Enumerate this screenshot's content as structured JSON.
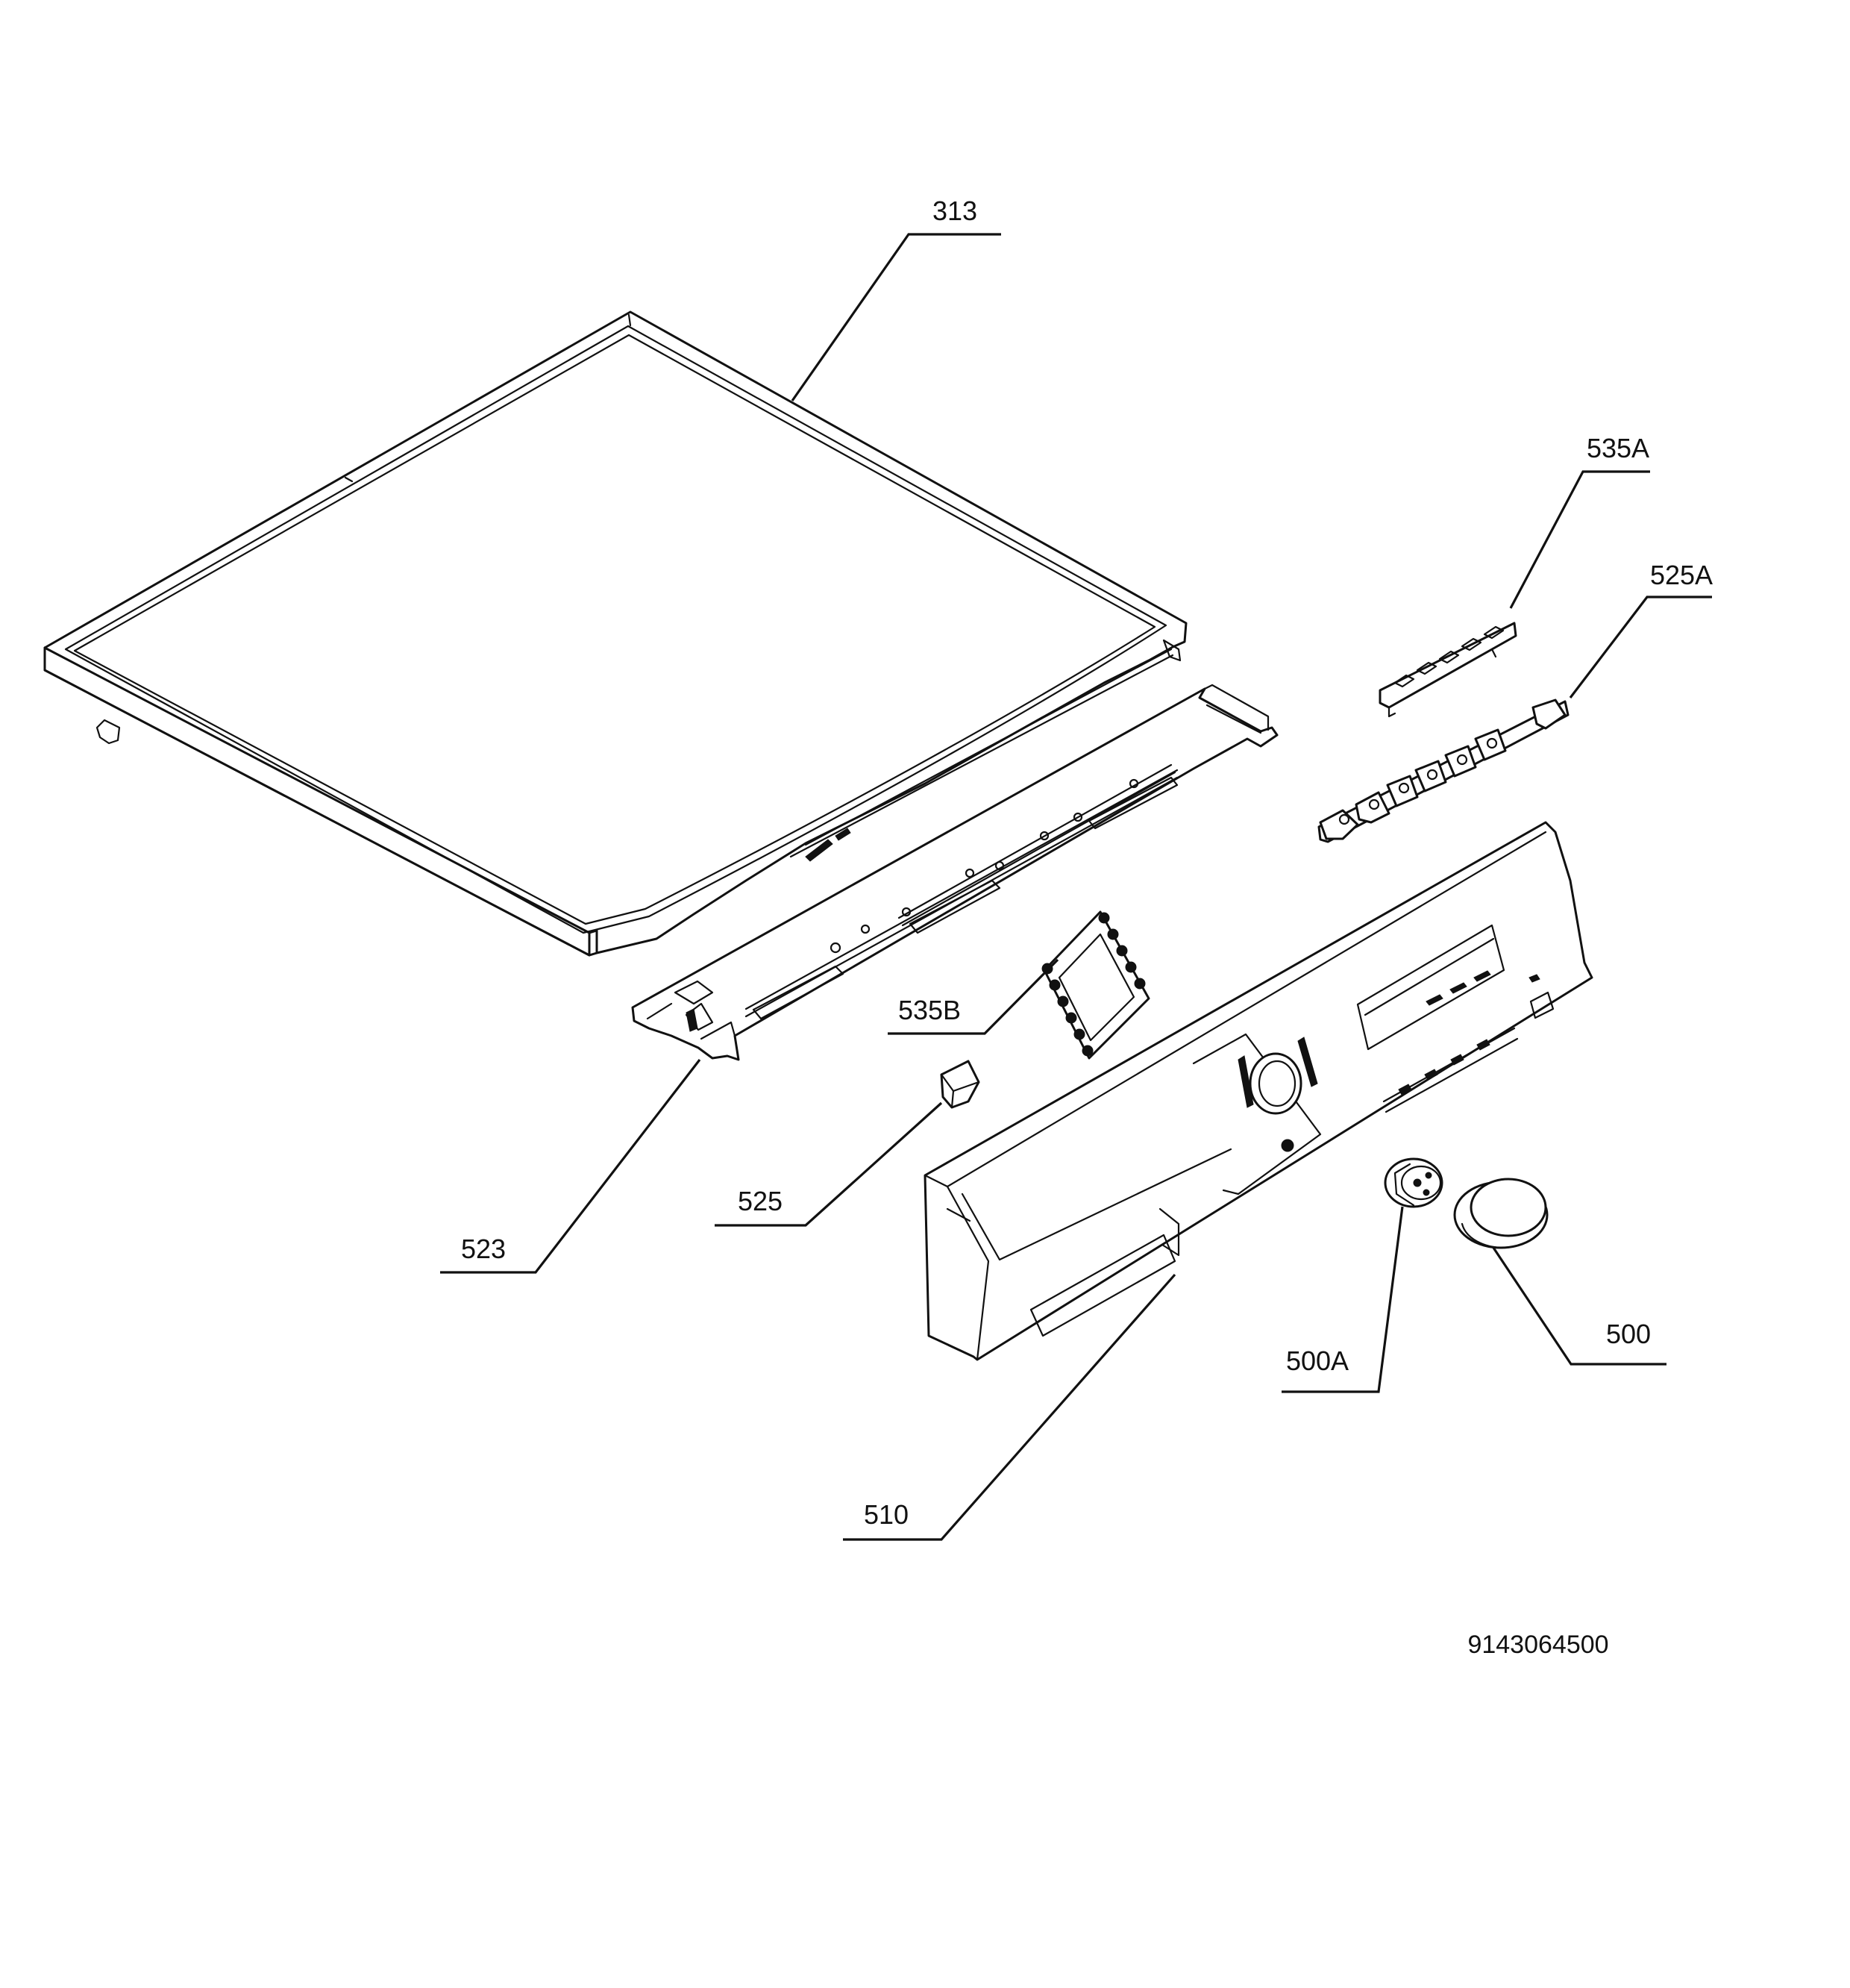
{
  "diagram": {
    "callouts": [
      {
        "id": "313",
        "label": "313"
      },
      {
        "id": "535A",
        "label": "535A"
      },
      {
        "id": "525A",
        "label": "525A"
      },
      {
        "id": "535B",
        "label": "535B"
      },
      {
        "id": "525",
        "label": "525"
      },
      {
        "id": "523",
        "label": "523"
      },
      {
        "id": "500A",
        "label": "500A"
      },
      {
        "id": "500",
        "label": "500"
      },
      {
        "id": "510",
        "label": "510"
      }
    ],
    "document_code": "9143064500"
  }
}
